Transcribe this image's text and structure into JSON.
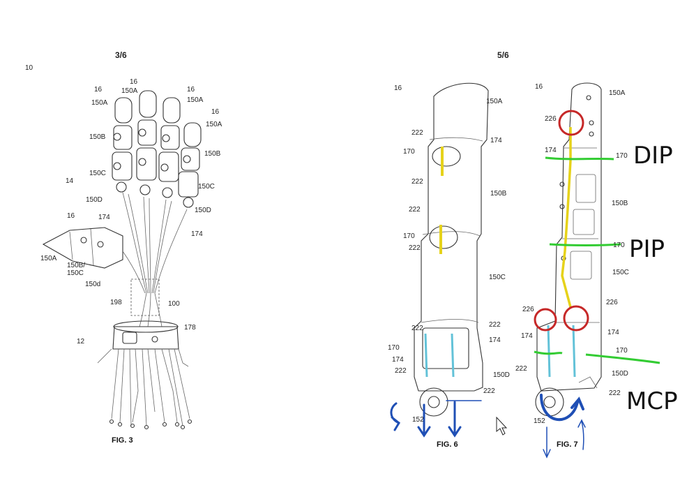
{
  "left_sheet": {
    "page_label": "3/6",
    "figure_label": "FIG. 3",
    "labels": [
      {
        "id": "ref-10",
        "text": "10"
      },
      {
        "id": "ref-16-a",
        "text": "16"
      },
      {
        "id": "ref-16-b",
        "text": "16"
      },
      {
        "id": "ref-16-c",
        "text": "16"
      },
      {
        "id": "ref-16-d",
        "text": "16"
      },
      {
        "id": "ref-16-thumb",
        "text": "16"
      },
      {
        "id": "ref-150a-a",
        "text": "150A"
      },
      {
        "id": "ref-150a-b",
        "text": "150A"
      },
      {
        "id": "ref-150a-c",
        "text": "150A"
      },
      {
        "id": "ref-150a-d",
        "text": "150A"
      },
      {
        "id": "ref-150b-a",
        "text": "150B"
      },
      {
        "id": "ref-150b-b",
        "text": "150B"
      },
      {
        "id": "ref-150c-a",
        "text": "150C"
      },
      {
        "id": "ref-150c-b",
        "text": "150C"
      },
      {
        "id": "ref-150d-a",
        "text": "150D"
      },
      {
        "id": "ref-150d-b",
        "text": "150D"
      },
      {
        "id": "ref-14",
        "text": "14"
      },
      {
        "id": "ref-174-a",
        "text": "174"
      },
      {
        "id": "ref-174-b",
        "text": "174"
      },
      {
        "id": "ref-150a-thumb",
        "text": "150A"
      },
      {
        "id": "ref-150b150c",
        "text": "150B/"
      },
      {
        "id": "ref-150c-thumb",
        "text": "150C"
      },
      {
        "id": "ref-150d-thumb",
        "text": "150d"
      },
      {
        "id": "ref-198",
        "text": "198"
      },
      {
        "id": "ref-100",
        "text": "100"
      },
      {
        "id": "ref-178",
        "text": "178"
      },
      {
        "id": "ref-12",
        "text": "12"
      }
    ]
  },
  "right_sheet": {
    "page_label": "5/6",
    "fig6_label": "FIG. 6",
    "fig7_label": "FIG. 7",
    "fig6_labels": [
      {
        "id": "f6-16",
        "text": "16"
      },
      {
        "id": "f6-150a",
        "text": "150A"
      },
      {
        "id": "f6-222-1",
        "text": "222"
      },
      {
        "id": "f6-174-1",
        "text": "174"
      },
      {
        "id": "f6-170-1",
        "text": "170"
      },
      {
        "id": "f6-222-2",
        "text": "222"
      },
      {
        "id": "f6-150b",
        "text": "150B"
      },
      {
        "id": "f6-222-3",
        "text": "222"
      },
      {
        "id": "f6-170-2",
        "text": "170"
      },
      {
        "id": "f6-222-4",
        "text": "222"
      },
      {
        "id": "f6-150c",
        "text": "150C"
      },
      {
        "id": "f6-222-5",
        "text": "222"
      },
      {
        "id": "f6-222-6",
        "text": "222"
      },
      {
        "id": "f6-170-3",
        "text": "170"
      },
      {
        "id": "f6-174-2",
        "text": "174"
      },
      {
        "id": "f6-174-3",
        "text": "174"
      },
      {
        "id": "f6-222-7",
        "text": "222"
      },
      {
        "id": "f6-150d",
        "text": "150D"
      },
      {
        "id": "f6-222-8",
        "text": "222"
      },
      {
        "id": "f6-152",
        "text": "152"
      }
    ],
    "fig7_labels": [
      {
        "id": "f7-16",
        "text": "16"
      },
      {
        "id": "f7-150a",
        "text": "150A"
      },
      {
        "id": "f7-226-1",
        "text": "226"
      },
      {
        "id": "f7-174-1",
        "text": "174"
      },
      {
        "id": "f7-170-1",
        "text": "170"
      },
      {
        "id": "f7-150b",
        "text": "150B"
      },
      {
        "id": "f7-170-2",
        "text": "170"
      },
      {
        "id": "f7-150c",
        "text": "150C"
      },
      {
        "id": "f7-226-2",
        "text": "226"
      },
      {
        "id": "f7-226-3",
        "text": "226"
      },
      {
        "id": "f7-174-2",
        "text": "174"
      },
      {
        "id": "f7-174-3",
        "text": "174"
      },
      {
        "id": "f7-170-3",
        "text": "170"
      },
      {
        "id": "f7-222",
        "text": "222"
      },
      {
        "id": "f7-150d",
        "text": "150D"
      },
      {
        "id": "f7-222-b",
        "text": "222"
      },
      {
        "id": "f7-152",
        "text": "152"
      }
    ],
    "handwritten": {
      "dip": "DIP",
      "pip": "PIP",
      "mcp": "MCP"
    }
  },
  "colors": {
    "tendon_yellow": "#e6d21a",
    "tendon_cyan": "#63c2d8",
    "circle_red": "#c62828",
    "joint_green": "#33cc33",
    "arrow_blue": "#1f4fb5"
  }
}
